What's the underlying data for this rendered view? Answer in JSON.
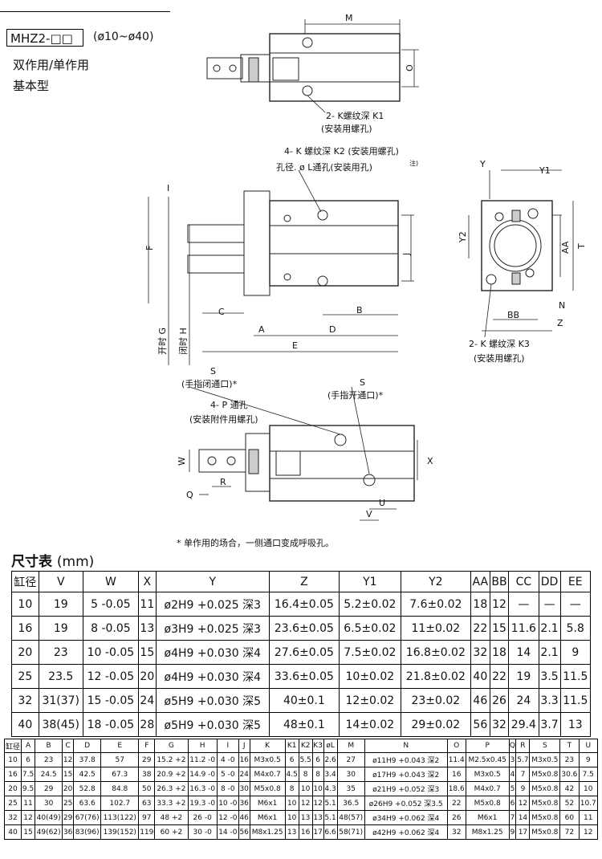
{
  "header": {
    "model": "MHZ2-□□",
    "range": "(ø10~ø40)",
    "line1": "双作用/单作用",
    "line2": "基本型"
  },
  "drawing_labels": {
    "M": "M",
    "O": "O",
    "k1_thread": "2- K螺纹深 K1",
    "k1_purpose": "(安装用螺孔)",
    "k2_thread": "4- K 螺纹深 K2 (安装用螺孔)",
    "l_hole": "孔径. ø L通孔(安装用孔)",
    "note_mark": "注)",
    "I": "I",
    "F": "F",
    "J": "J",
    "C": "C",
    "B": "B",
    "A": "A",
    "D": "D",
    "E": "E",
    "G": "开时 G",
    "H": "闭时 H",
    "Y": "Y",
    "Y1": "Y1",
    "Y2": "Y2",
    "AA": "AA",
    "T": "T",
    "BB": "BB",
    "N": "N",
    "Z": "Z",
    "k3_thread": "2- K 螺纹深 K3",
    "k3_purpose": "(安装用螺孔)",
    "S": "S",
    "s_close": "(手指闭通口)*",
    "s_open": "(手指开通口)*",
    "p_hole": "4- P 通孔",
    "p_purpose": "(安装附件用螺孔)",
    "W": "W",
    "R": "R",
    "Q": "Q",
    "X": "X",
    "U": "U",
    "V": "V",
    "footnote": "* 单作用的场合，一侧通口变成呼吸孔。"
  },
  "section_title": "尺寸表",
  "section_unit": "(mm)",
  "table1": {
    "headers": [
      "缸径",
      "V",
      "W",
      "X",
      "Y",
      "Z",
      "Y1",
      "Y2",
      "AA",
      "BB",
      "CC",
      "DD",
      "EE"
    ],
    "rows": [
      [
        "10",
        "19",
        "5 -0.05",
        "11",
        "ø2H9 +0.025 深3",
        "16.4±0.05",
        "5.2±0.02",
        "7.6±0.02",
        "18",
        "12",
        "—",
        "—",
        "—"
      ],
      [
        "16",
        "19",
        "8 -0.05",
        "13",
        "ø3H9 +0.025 深3",
        "23.6±0.05",
        "6.5±0.02",
        "11±0.02",
        "22",
        "15",
        "11.6",
        "2.1",
        "5.8"
      ],
      [
        "20",
        "23",
        "10 -0.05",
        "15",
        "ø4H9 +0.030 深4",
        "27.6±0.05",
        "7.5±0.02",
        "16.8±0.02",
        "32",
        "18",
        "14",
        "2.1",
        "9"
      ],
      [
        "25",
        "23.5",
        "12 -0.05",
        "20",
        "ø4H9 +0.030 深4",
        "33.6±0.05",
        "10±0.02",
        "21.8±0.02",
        "40",
        "22",
        "19",
        "3.5",
        "11.5"
      ],
      [
        "32",
        "31(37)",
        "15 -0.05",
        "24",
        "ø5H9 +0.030 深5",
        "40±0.1",
        "12±0.02",
        "23±0.02",
        "46",
        "26",
        "24",
        "3.3",
        "11.5"
      ],
      [
        "40",
        "38(45)",
        "18 -0.05",
        "28",
        "ø5H9 +0.030 深5",
        "48±0.1",
        "14±0.02",
        "29±0.02",
        "56",
        "32",
        "29.4",
        "3.7",
        "13"
      ]
    ]
  },
  "table2": {
    "headers": [
      "缸径",
      "A",
      "B",
      "C",
      "D",
      "E",
      "F",
      "G",
      "H",
      "I",
      "J",
      "K",
      "K1",
      "K2",
      "K3",
      "øL",
      "M",
      "N",
      "O",
      "P",
      "Q",
      "R",
      "S",
      "T",
      "U"
    ],
    "rows": [
      [
        "10",
        "6",
        "23",
        "12",
        "37.8",
        "57",
        "29",
        "15.2 +2",
        "11.2 -0",
        "4 -0",
        "16",
        "M3x0.5",
        "6",
        "5.5",
        "6",
        "2.6",
        "27",
        "ø11H9 +0.043 深2",
        "11.4",
        "M2.5x0.45",
        "3",
        "5.7",
        "M3x0.5",
        "23",
        "9"
      ],
      [
        "16",
        "7.5",
        "24.5",
        "15",
        "42.5",
        "67.3",
        "38",
        "20.9 +2",
        "14.9 -0",
        "5 -0",
        "24",
        "M4x0.7",
        "4.5",
        "8",
        "8",
        "3.4",
        "30",
        "ø17H9 +0.043 深2",
        "16",
        "M3x0.5",
        "4",
        "7",
        "M5x0.8",
        "30.6",
        "7.5"
      ],
      [
        "20",
        "9.5",
        "29",
        "20",
        "52.8",
        "84.8",
        "50",
        "26.3 +2",
        "16.3 -0",
        "8 -0",
        "30",
        "M5x0.8",
        "8",
        "10",
        "10",
        "4.3",
        "35",
        "ø21H9 +0.052 深3",
        "18.6",
        "M4x0.7",
        "5",
        "9",
        "M5x0.8",
        "42",
        "10"
      ],
      [
        "25",
        "11",
        "30",
        "25",
        "63.6",
        "102.7",
        "63",
        "33.3 +2",
        "19.3 -0",
        "10 -0",
        "36",
        "M6x1",
        "10",
        "12",
        "12",
        "5.1",
        "36.5",
        "ø26H9 +0.052 深3.5",
        "22",
        "M5x0.8",
        "6",
        "12",
        "M5x0.8",
        "52",
        "10.7"
      ],
      [
        "32",
        "12",
        "40(49)",
        "29",
        "67(76)",
        "113(122)",
        "97",
        "48 +2",
        "26 -0",
        "12 -0",
        "46",
        "M6x1",
        "10",
        "13",
        "13",
        "5.1",
        "48(57)",
        "ø34H9 +0.062 深4",
        "26",
        "M6x1",
        "7",
        "14",
        "M5x0.8",
        "60",
        "11"
      ],
      [
        "40",
        "15",
        "49(62)",
        "36",
        "83(96)",
        "139(152)",
        "119",
        "60 +2",
        "30 -0",
        "14 -0",
        "56",
        "M8x1.25",
        "13",
        "16",
        "17",
        "6.6",
        "58(71)",
        "ø42H9 +0.062 深4",
        "32",
        "M8x1.25",
        "9",
        "17",
        "M5x0.8",
        "72",
        "12"
      ]
    ]
  }
}
